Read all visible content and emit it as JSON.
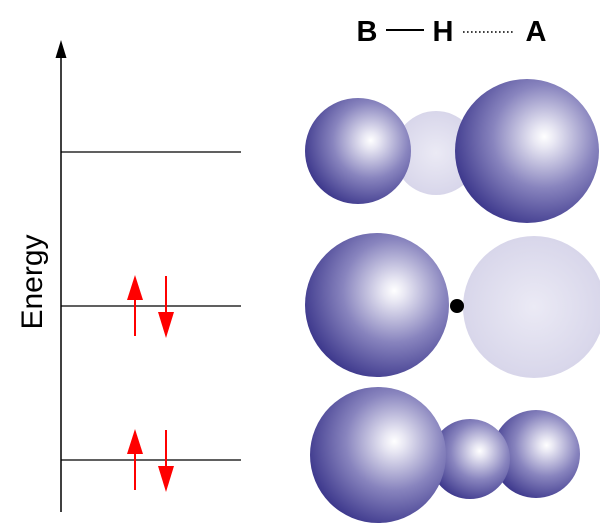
{
  "diagram": {
    "header": {
      "atom_b": "B",
      "atom_h": "H",
      "atom_a": "A"
    },
    "axis": {
      "label": "Energy"
    },
    "levels": [
      {
        "level": "upper",
        "electrons": 0
      },
      {
        "level": "middle",
        "electrons": 2
      },
      {
        "level": "lower",
        "electrons": 2
      }
    ],
    "colors": {
      "orbital_dark": "#4a4596",
      "orbital_light": "#d9d7eb",
      "electron_arrow": "#ff0000",
      "line": "#000000"
    }
  }
}
